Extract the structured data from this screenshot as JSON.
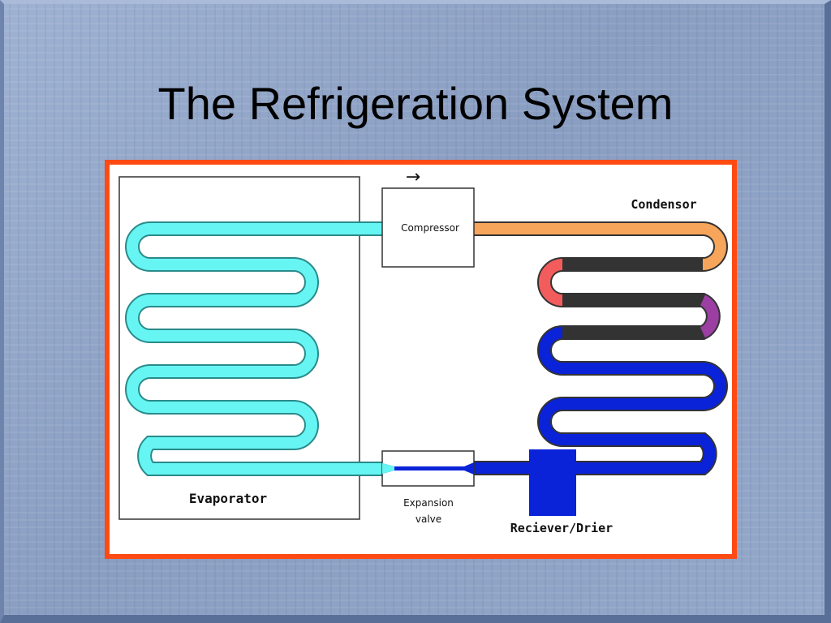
{
  "slide": {
    "title": "The Refrigeration System"
  },
  "diagram": {
    "labels": {
      "compressor": "Compressor",
      "condensor": "Condensor",
      "evaporator": "Evaporator",
      "expansion_valve_line1": "Expansion",
      "expansion_valve_line2": "valve",
      "receiver_drier": "Reciever/Drier"
    },
    "flow_arrow": "→",
    "colors": {
      "panel_border": "#ff4a14",
      "evaporator_coil": "#66f5f2",
      "condenser_hot": "#f7a55a",
      "condenser_warm": "#f25c5c",
      "condenser_mid": "#9b3fa3",
      "condenser_cool": "#0a22d8",
      "receiver_drier": "#0a22d8",
      "background": "#8da2c4"
    }
  }
}
